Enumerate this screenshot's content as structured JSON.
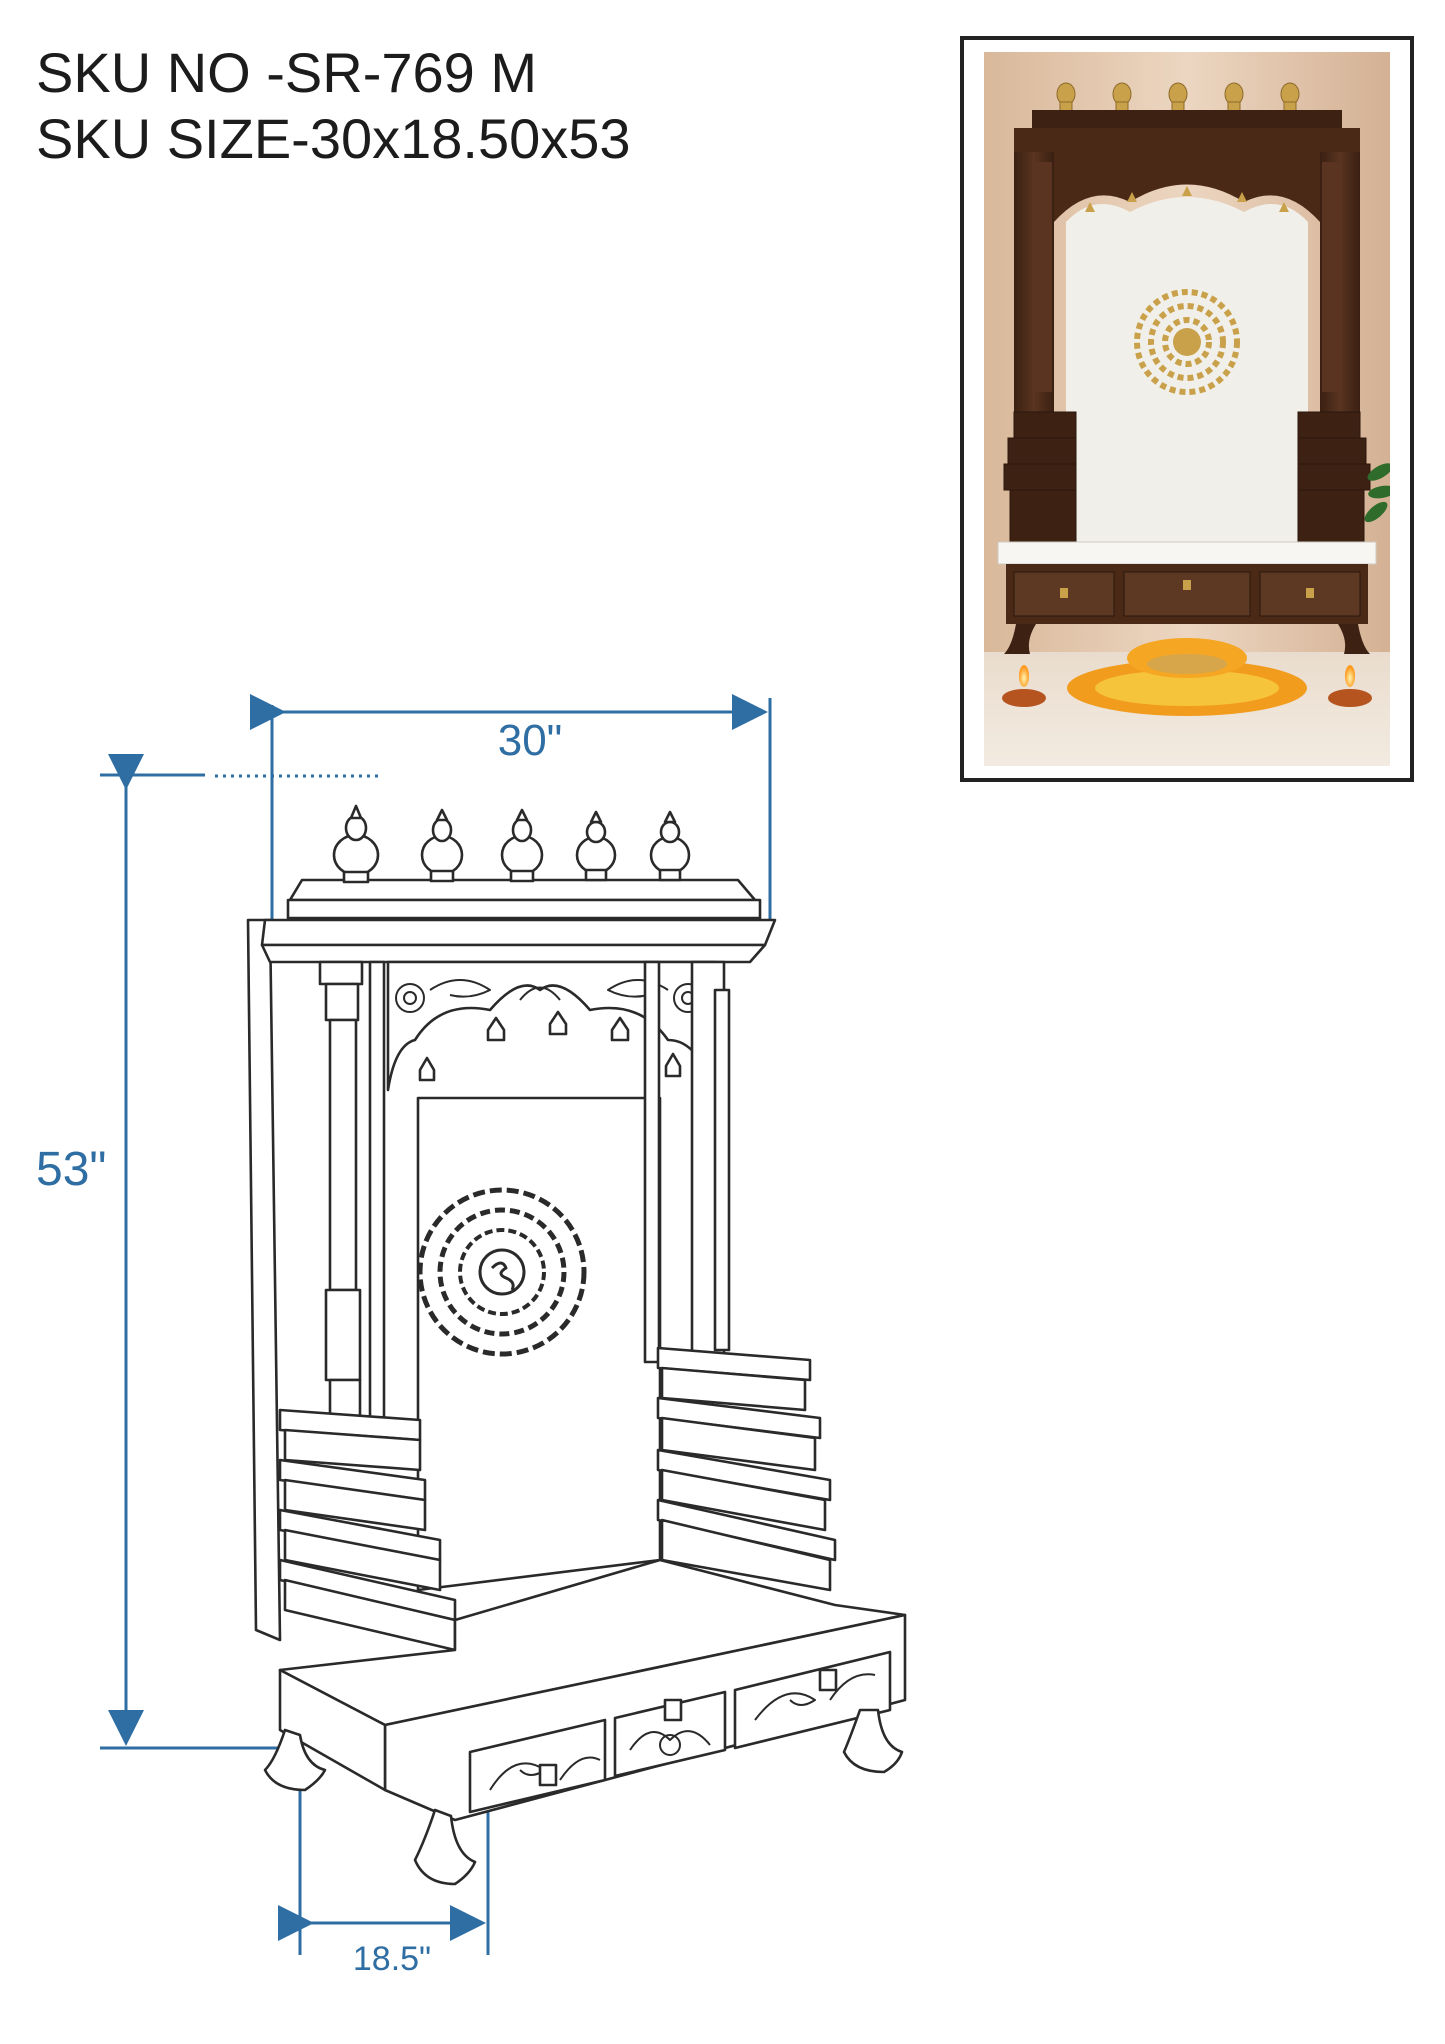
{
  "header": {
    "sku_no": "SKU NO -SR-769 M",
    "sku_size": "SKU SIZE-30x18.50x53"
  },
  "dimensions": {
    "width_label": "30\"",
    "height_label": "53\"",
    "depth_label": "18.5\""
  },
  "colors": {
    "dimension_blue": "#2f6ea3",
    "line_dark": "#2a2a2a",
    "wood_brown": "#4a2a17",
    "marble_white": "#f1efe9",
    "gold": "#c9a14a",
    "wall_beige": "#e6cdb5"
  }
}
